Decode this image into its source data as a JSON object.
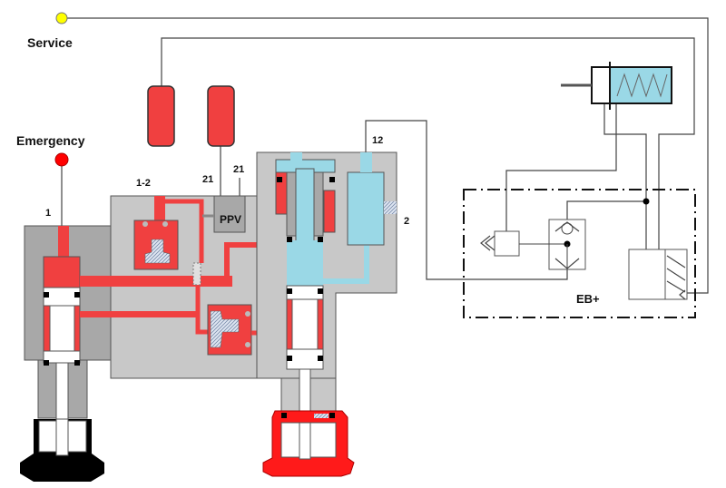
{
  "labels": {
    "service": "Service",
    "emergency": "Emergency",
    "port_1": "1",
    "port_1_2": "1-2",
    "port_21_a": "21",
    "port_21_b": "21",
    "port_12": "12",
    "port_2": "2",
    "ppv": "PPV",
    "eb_plus": "EB+"
  },
  "colors": {
    "pressure_red": "#f04040",
    "chamber_red": "#ff1a1a",
    "control_blue": "#9ad8e6",
    "housing_grey": "#c8c8c8",
    "housing_dark_grey": "#a8a8a8",
    "service_indicator": "#ffff00",
    "emergency_indicator": "#ff0000"
  }
}
